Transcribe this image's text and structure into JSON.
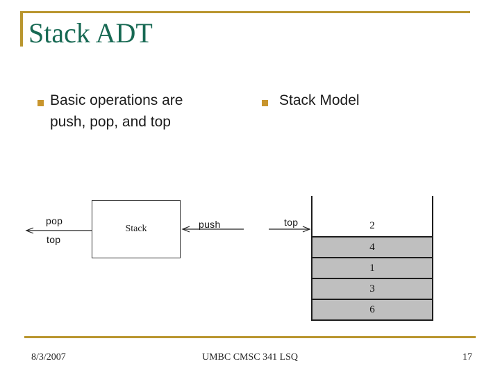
{
  "title": "Stack ADT",
  "bullets": [
    {
      "text": "Basic operations are push, pop, and top"
    },
    {
      "text": "Stack Model"
    }
  ],
  "stack_box_diagram": {
    "box_label": "Stack",
    "pop_label": "pop",
    "top_label": "top",
    "push_label": "push"
  },
  "stack_model_diagram": {
    "top_label": "top",
    "cells": [
      "2",
      "4",
      "1",
      "3",
      "6"
    ]
  },
  "footer": {
    "date": "8/3/2007",
    "center": "UMBC CMSC 341 LSQ",
    "page_number": "17"
  },
  "colors": {
    "accent_gold_rule": "#B9962F",
    "accent_gold_bullet": "#C8952D",
    "title_green": "#176953",
    "cell_gray": "#BFBFBF"
  }
}
